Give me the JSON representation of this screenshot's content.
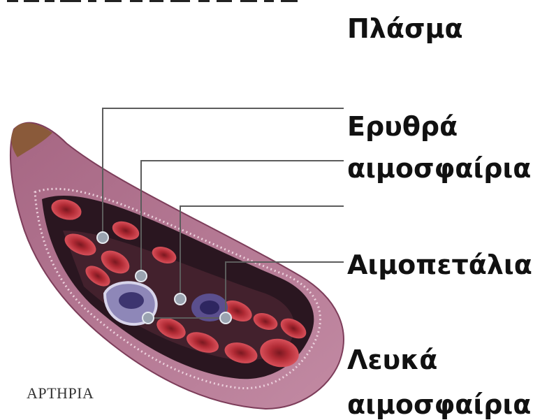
{
  "labels": {
    "plasma": "Πλάσμα",
    "rbc_line1": "Ερυθρά",
    "rbc_line2": "αιμοσφαίρια",
    "platelets": "Αιμοπετάλια",
    "wbc_line1": "Λευκά",
    "wbc_line2": "αιμοσφαίρια",
    "vessel": "ΑΡΤΗΡΙΑ"
  },
  "colors": {
    "vessel_wall": "#b97893",
    "vessel_outer": "#8d4a66",
    "lumen": "#2a1620",
    "red_cell": "#c0303a",
    "white_cell": "#8e87b8",
    "leader_line": "#5c5c5c"
  }
}
